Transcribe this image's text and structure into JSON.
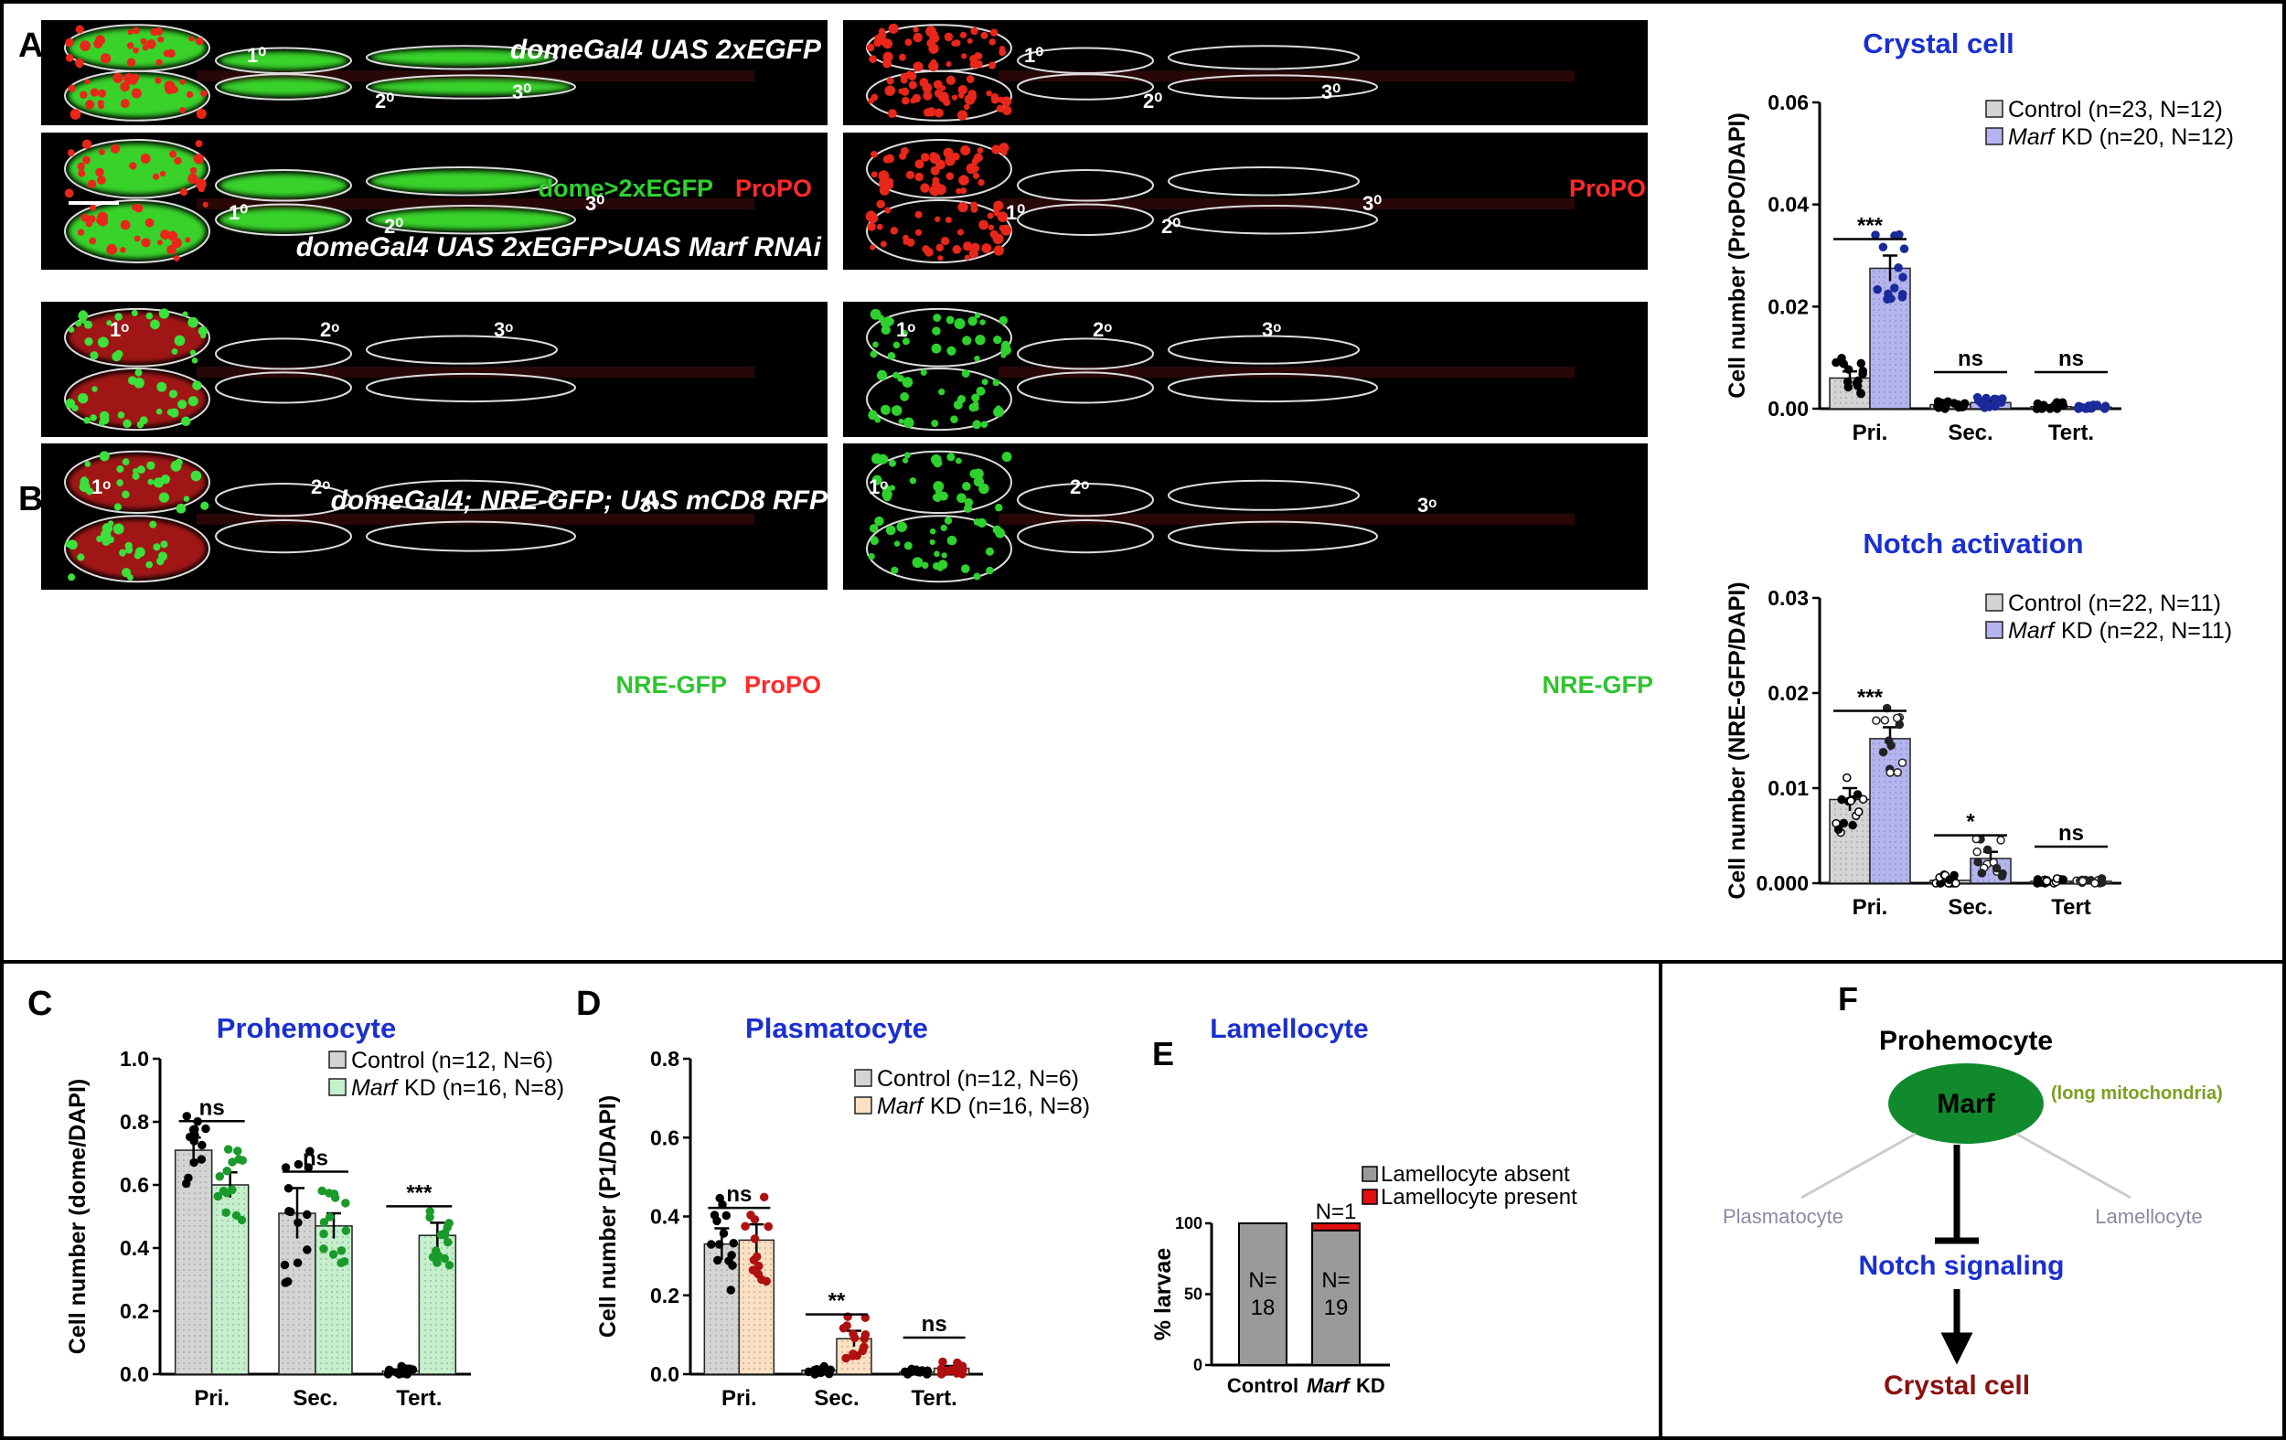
{
  "panel_letters": {
    "A": "A",
    "B": "B",
    "C": "C",
    "D": "D",
    "E": "E",
    "F": "F"
  },
  "panelA": {
    "top_title": "domeGal4 UAS 2xEGFP",
    "bottom_title": "domeGal4 UAS 2xEGFP>UAS Marf RNAi",
    "legend_green": "dome>2xEGFP",
    "legend_red": "ProPO",
    "right_label": "ProPO",
    "lobe1": "1⁰",
    "lobe2": "2⁰",
    "lobe3": "3⁰"
  },
  "panelB": {
    "top_title": "domeGal4; NRE-GFP; UAS mCD8 RFP",
    "bottom_title": "domeGal4; NRE-GFP; UAS mCD8 RFP/UAS Marf RNAi",
    "legend_green": "NRE-GFP",
    "legend_red": "ProPO",
    "right_label": "NRE-GFP",
    "lobe1": "1ᵒ",
    "lobe2": "2ᵒ",
    "lobe3": "3ᵒ"
  },
  "colors": {
    "control": "#d4d4d4",
    "marf_blue": "#b4b4f0",
    "marf_green": "#c4f0cc",
    "marf_orange": "#fbe0c2",
    "dot_blue": "#1a2a9a",
    "dot_green": "#1a9a2a",
    "dot_red": "#b01010",
    "title_blue": "#1a2fd0",
    "red_bar": "#e01010",
    "marf_fill": "#118a2e",
    "crystal_red": "#8b1010"
  },
  "chart_data": [
    {
      "id": "crystal",
      "type": "bar",
      "title": "Crystal cell",
      "ylabel": "Cell number (ProPO/DAPI)",
      "categories": [
        "Pri.",
        "Sec.",
        "Tert."
      ],
      "ylim": [
        0,
        0.06
      ],
      "yticks": [
        "0.00",
        "0.02",
        "0.04",
        "0.06"
      ],
      "series": [
        {
          "name": "Control",
          "legend": "Control (n=23, N=12)",
          "values": [
            0.006,
            0.0008,
            0.0004
          ],
          "errors": [
            0.0013,
            0.0003,
            0.0003
          ]
        },
        {
          "name": "Marf KD",
          "legend": "KD (n=20, N=12)",
          "values": [
            0.0275,
            0.0012,
            0.0003
          ],
          "errors": [
            0.0025,
            0.0004,
            0.0002
          ]
        }
      ],
      "significance": [
        "***",
        "ns",
        "ns"
      ]
    },
    {
      "id": "notch",
      "type": "bar",
      "title": "Notch activation",
      "ylabel": "Cell number (NRE-GFP/DAPI)",
      "categories": [
        "Pri.",
        "Sec.",
        "Tert"
      ],
      "ylim": [
        0,
        0.03
      ],
      "yticks": [
        "0.000",
        "0.01",
        "0.02",
        "0.03"
      ],
      "series": [
        {
          "name": "Control",
          "legend": "Control (n=22, N=11)",
          "values": [
            0.0088,
            0.0003,
            0.0002
          ],
          "errors": [
            0.0012,
            0.0002,
            0.0001
          ]
        },
        {
          "name": "Marf KD",
          "legend": "KD (n=22, N=11)",
          "values": [
            0.0152,
            0.0026,
            0.0002
          ],
          "errors": [
            0.0012,
            0.0007,
            0.0001
          ]
        }
      ],
      "significance": [
        "***",
        "*",
        "ns"
      ]
    },
    {
      "id": "prohemocyte",
      "type": "bar",
      "title": "Prohemocyte",
      "ylabel": "Cell number (dome/DAPI)",
      "categories": [
        "Pri.",
        "Sec.",
        "Tert."
      ],
      "ylim": [
        0,
        1.0
      ],
      "yticks": [
        "0.0",
        "0.2",
        "0.4",
        "0.6",
        "0.8",
        "1.0"
      ],
      "series": [
        {
          "name": "Control",
          "legend": "Control (n=12, N=6)",
          "values": [
            0.71,
            0.51,
            0.01
          ],
          "errors": [
            0.04,
            0.08,
            0.005
          ]
        },
        {
          "name": "Marf KD",
          "legend": "KD (n=16, N=8)",
          "values": [
            0.6,
            0.47,
            0.44
          ],
          "errors": [
            0.04,
            0.04,
            0.04
          ]
        }
      ],
      "significance": [
        "ns",
        "ns",
        "***"
      ]
    },
    {
      "id": "plasmatocyte",
      "type": "bar",
      "title": "Plasmatocyte",
      "ylabel": "Cell number (P1/DAPI)",
      "categories": [
        "Pri.",
        "Sec.",
        "Tert."
      ],
      "ylim": [
        0,
        0.8
      ],
      "yticks": [
        "0.0",
        "0.2",
        "0.4",
        "0.6",
        "0.8"
      ],
      "series": [
        {
          "name": "Control",
          "legend": "Control (n=12, N=6)",
          "values": [
            0.33,
            0.01,
            0.005
          ],
          "errors": [
            0.04,
            0.004,
            0.003
          ]
        },
        {
          "name": "Marf KD",
          "legend": "KD (n=16, N=8)",
          "values": [
            0.34,
            0.09,
            0.015
          ],
          "errors": [
            0.04,
            0.02,
            0.006
          ]
        }
      ],
      "significance": [
        "ns",
        "**",
        "ns"
      ]
    },
    {
      "id": "lamellocyte",
      "type": "bar",
      "title": "Lamellocyte",
      "ylabel": "% larvae",
      "categories": [
        "Control",
        "KD"
      ],
      "ylim": [
        0,
        100
      ],
      "yticks": [
        "0",
        "50",
        "100"
      ],
      "series": [
        {
          "name": "Lamellocyte absent",
          "values": [
            100,
            95
          ]
        },
        {
          "name": "Lamellocyte present",
          "values": [
            0,
            5
          ]
        }
      ],
      "bar_labels": [
        "N=\n18",
        "N=\n19"
      ],
      "top_label": "N=1"
    }
  ],
  "marf_word": "Marf",
  "panelF": {
    "top": "Prohemocyte",
    "center": "Marf",
    "note": "(long mitochondria)",
    "left": "Plasmatocyte",
    "right": "Lamellocyte",
    "notch": "Notch signaling",
    "crystal": "Crystal cell"
  }
}
